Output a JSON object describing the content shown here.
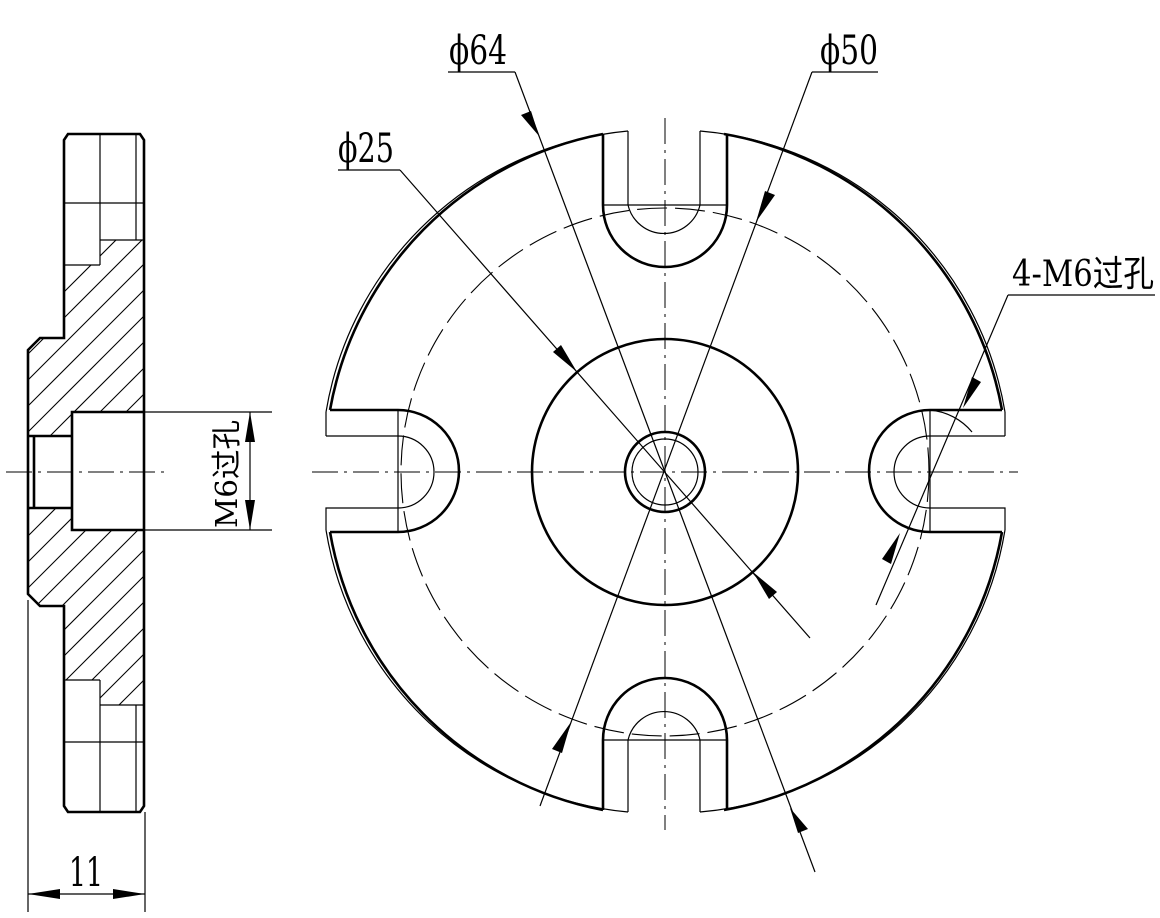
{
  "dimensions": {
    "dia_outer": "ϕ64",
    "dia_pcd": "ϕ50",
    "dia_boss": "ϕ25",
    "hole_callout": "4-M6过孔",
    "center_hole_callout": "M6过孔",
    "thickness": "11"
  },
  "colors": {
    "line": "#000000",
    "background": "#ffffff"
  }
}
